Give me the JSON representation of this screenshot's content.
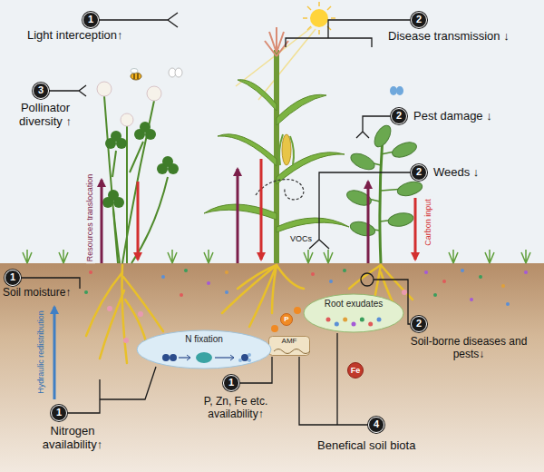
{
  "diagram": {
    "nodes": [
      {
        "text": [
          "Root exudates"
        ]
      },
      {
        "text": [
          "P"
        ]
      },
      {
        "text": [
          "AMF"
        ]
      },
      {
        "text": [
          "N fixation"
        ]
      },
      {
        "text": [
          "Fe"
        ]
      }
    ],
    "labels": [
      "1",
      "Light interception↑",
      "2",
      "Disease transmission ↓",
      "3",
      "Pollinator diversity ↑",
      "2",
      "Pest damage ↓",
      "2",
      "Weeds ↓",
      "VOCs",
      "Resources translocation",
      "Carbon input",
      "1",
      "Soil moisture↑",
      "Hydraulic redistribution",
      "2",
      "Soil-borne diseases and pests↓",
      "1",
      "Nitrogen availability↑",
      "1",
      "P, Zn, Fe etc. availability↑",
      "4",
      "Benefical soil biota"
    ]
  }
}
